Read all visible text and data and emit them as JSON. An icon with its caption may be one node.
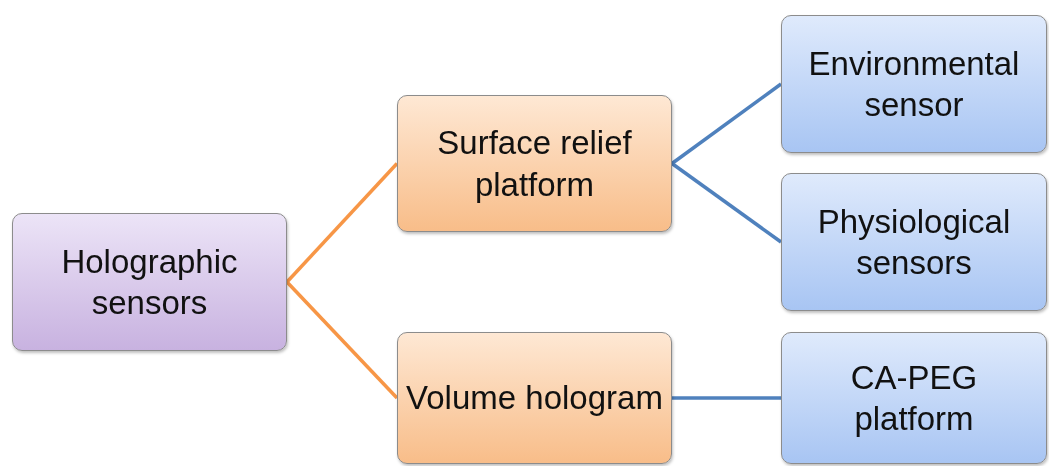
{
  "diagram": {
    "nodes": [
      {
        "text": [
          "Holographic sensors"
        ]
      },
      {
        "text": [
          "Surface relief platform"
        ]
      },
      {
        "text": [
          "Volume hologram"
        ]
      },
      {
        "text": [
          "Environmental sensor"
        ]
      },
      {
        "text": [
          "Physiological sensors"
        ]
      },
      {
        "text": [
          "CA-PEG platform"
        ]
      }
    ],
    "edges": [
      {
        "from": 0,
        "to": 1,
        "arrow": "none",
        "color": "#f79646"
      },
      {
        "from": 0,
        "to": 2,
        "arrow": "none",
        "color": "#f79646"
      },
      {
        "from": 1,
        "to": 3,
        "arrow": "none"
      },
      {
        "from": 1,
        "to": 4,
        "arrow": "none"
      },
      {
        "from": 2,
        "to": 5,
        "arrow": "none"
      }
    ]
  }
}
